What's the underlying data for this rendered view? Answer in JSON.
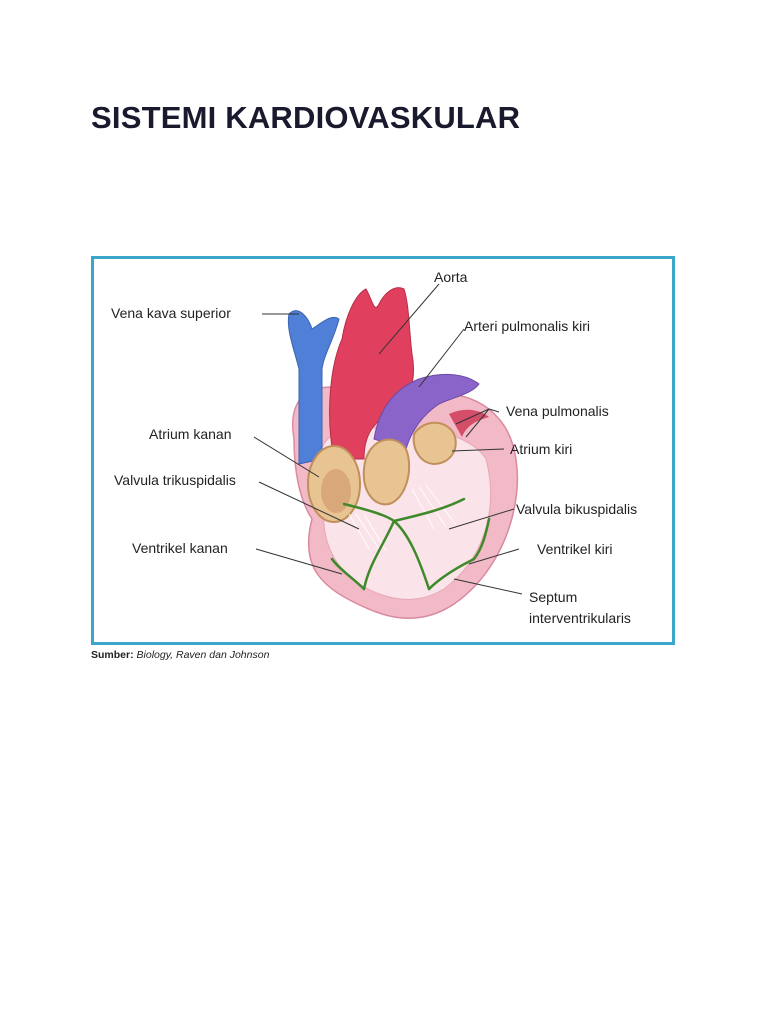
{
  "document": {
    "title": "SISTEMI KARDIOVASKULAR"
  },
  "figure": {
    "labels": {
      "aorta": "Aorta",
      "vena_kava_superior": "Vena kava superior",
      "arteri_pulmonalis_kiri": "Arteri pulmonalis kiri",
      "vena_pulmonalis": "Vena pulmonalis",
      "atrium_kanan": "Atrium kanan",
      "atrium_kiri": "Atrium kiri",
      "valvula_trikuspidalis": "Valvula trikuspidalis",
      "valvula_bikuspidalis": "Valvula bikuspidalis",
      "ventrikel_kanan": "Ventrikel kanan",
      "ventrikel_kiri": "Ventrikel kiri",
      "septum_line1": "Septum",
      "septum_line2": "interventrikularis"
    },
    "caption": {
      "prefix": "Sumber:",
      "source": "Biology, Raven dan Johnson"
    }
  },
  "colors": {
    "frame_border": "#3aa6cc",
    "aorta": "#e0405e",
    "vena": "#4f7fd6",
    "pulmonary_artery": "#8a64c8",
    "heart_wall": "#f2b9c6",
    "heart_inner": "#fbe3ea",
    "valve_tan": "#e8c493",
    "conduction_green": "#3e8a2a"
  }
}
